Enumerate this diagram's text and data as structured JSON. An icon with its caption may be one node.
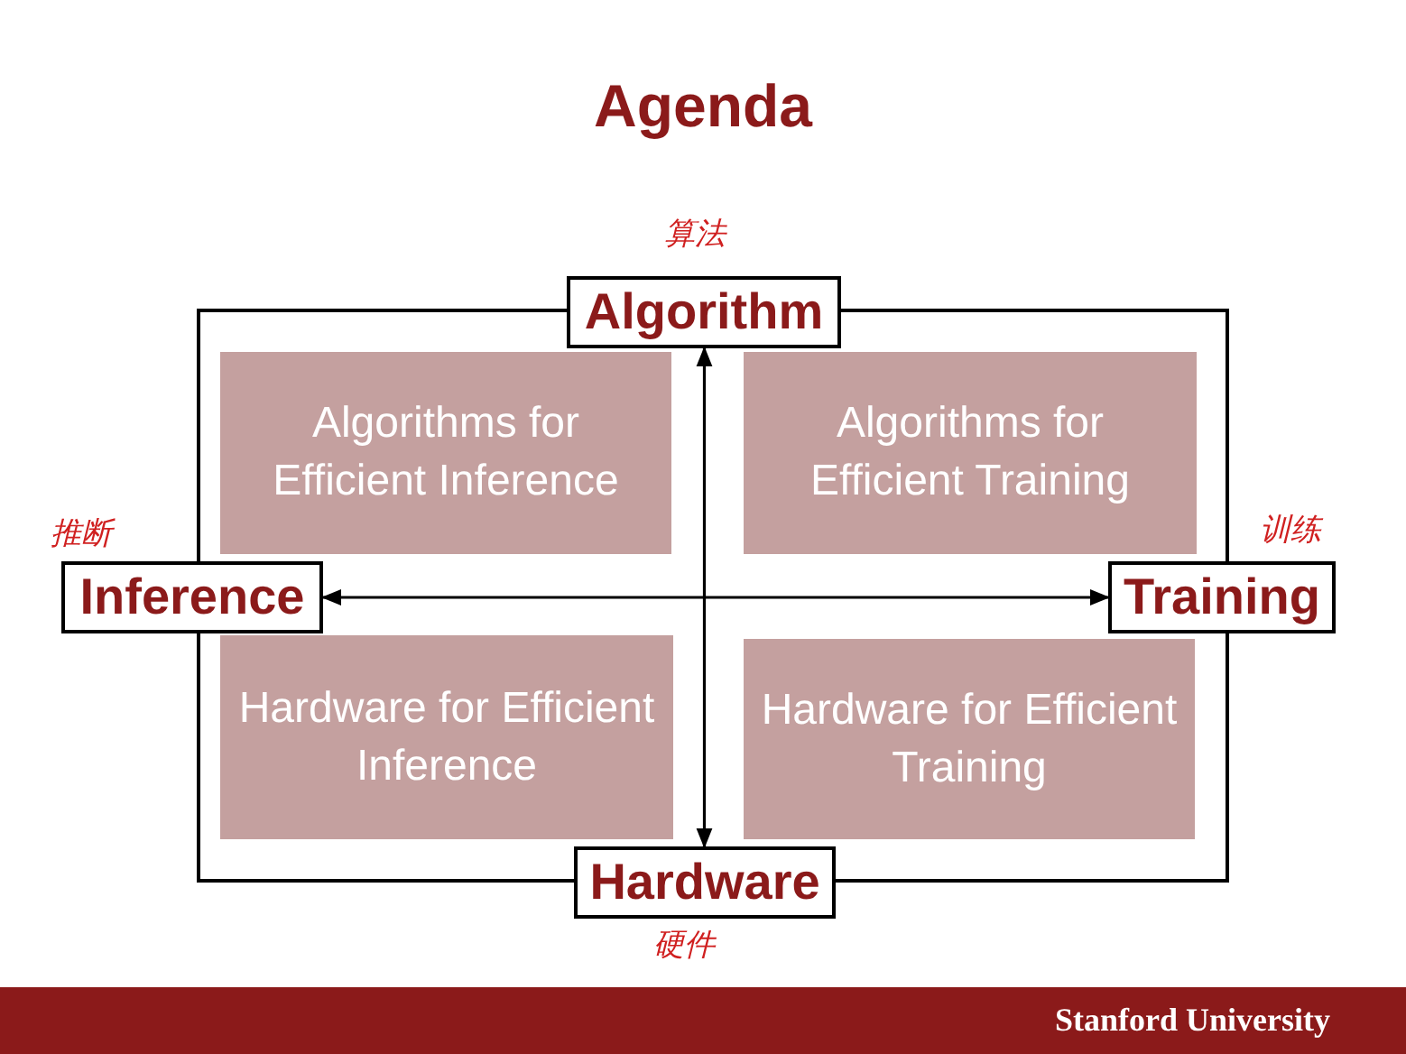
{
  "diagram": {
    "title": "Agenda",
    "nodes": [
      {
        "text": [
          "Algorithm"
        ],
        "beside": [
          "算法"
        ]
      },
      {
        "text": [
          "Algorithms for Efficient Inference"
        ]
      },
      {
        "text": [
          "Algorithms for Efficient Training"
        ]
      },
      {
        "text": [
          "Inference"
        ],
        "beside": [
          "推断"
        ]
      },
      {
        "text": [
          "Training"
        ],
        "beside": [
          "训练"
        ]
      },
      {
        "text": [
          "Hardware for Efficient Inference"
        ]
      },
      {
        "text": [
          "Hardware for Efficient Training"
        ]
      },
      {
        "text": [
          "Hardware"
        ],
        "beside": [
          "硬件"
        ]
      }
    ],
    "edges": [
      {
        "from": 0,
        "to": 7,
        "arrow": "both"
      },
      {
        "from": 3,
        "to": 4,
        "arrow": "both"
      }
    ],
    "labels": [
      "Stanford University"
    ]
  }
}
